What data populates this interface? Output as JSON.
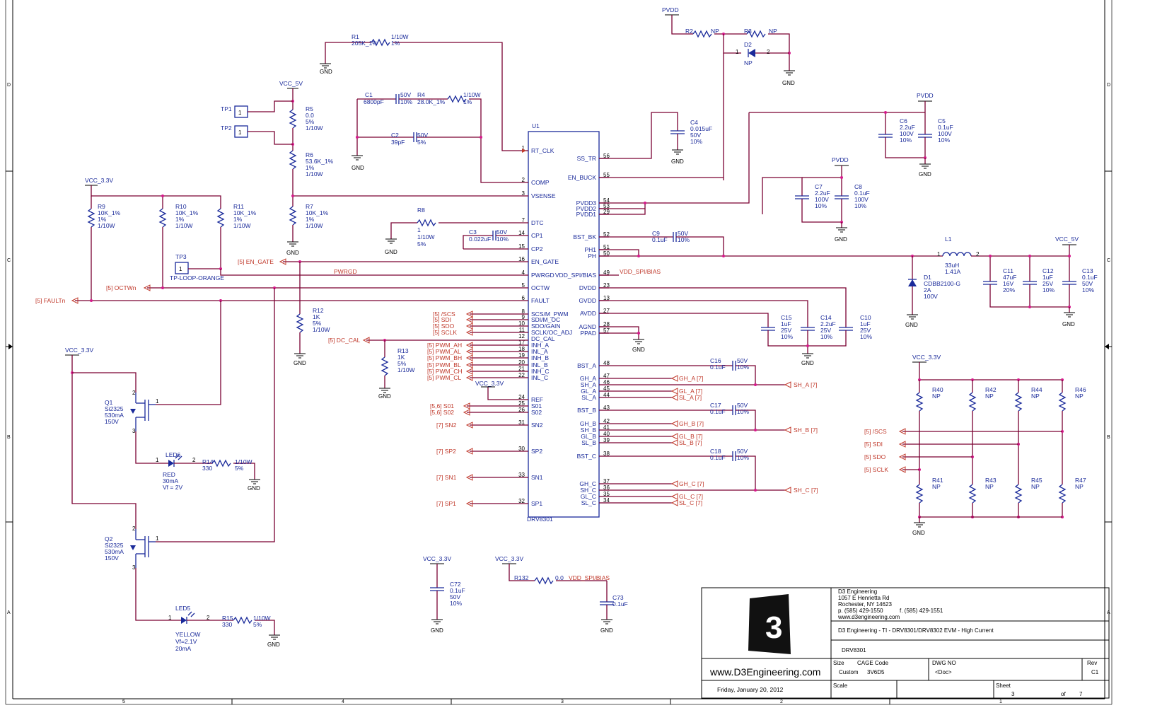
{
  "title_block": {
    "company": "D3 Engineering",
    "address1": "1057 E Henrietta Rd",
    "address2": "Rochester, NY 14623",
    "phone": "p. (585) 429-1550",
    "fax": "f. (585) 429-1551",
    "web_small": "www.d3engineering.com",
    "logo_text": "3",
    "web_large": "www.D3Engineering.com",
    "project": "D3 Engineering - TI - DRV8301/DRV8302 EVM - High Current",
    "page_name": "DRV8301",
    "size_label": "Size",
    "size_value": "Custom",
    "cage_label": "CAGE Code",
    "cage_value": "3V6D5",
    "dwg_label": "DWG NO",
    "dwg_value": "<Doc>",
    "rev_label": "Rev",
    "rev_value": "C1",
    "date": "Friday, January 20, 2012",
    "scale_label": "Scale",
    "sheet_label": "Sheet",
    "sheet_num": "3",
    "of_label": "of",
    "sheet_total": "7"
  },
  "frame": {
    "zones_bottom": [
      "5",
      "4",
      "3",
      "2",
      "1"
    ],
    "zones_side": [
      "D",
      "C",
      "B",
      "A"
    ]
  },
  "ic": {
    "ref": "U1",
    "part": "DRV8301",
    "left_pins": [
      {
        "num": "1",
        "name": "RT_CLK"
      },
      {
        "num": "2",
        "name": "COMP"
      },
      {
        "num": "3",
        "name": "VSENSE"
      },
      {
        "num": "7",
        "name": "DTC"
      },
      {
        "num": "14",
        "name": "CP1"
      },
      {
        "num": "15",
        "name": "CP2"
      },
      {
        "num": "16",
        "name": "EN_GATE"
      },
      {
        "num": "4",
        "name": "PWRGD"
      },
      {
        "num": "5",
        "name": "OCTW"
      },
      {
        "num": "6",
        "name": "FAULT"
      },
      {
        "num": "8",
        "name": "SCS/M_PWM"
      },
      {
        "num": "9",
        "name": "SDI/M_OC"
      },
      {
        "num": "10",
        "name": "SDO/GAIN"
      },
      {
        "num": "11",
        "name": "SCLK/OC_ADJ"
      },
      {
        "num": "12",
        "name": "DC_CAL"
      },
      {
        "num": "17",
        "name": "INH_A"
      },
      {
        "num": "18",
        "name": "INL_A"
      },
      {
        "num": "19",
        "name": "INH_B"
      },
      {
        "num": "20",
        "name": "INL_B"
      },
      {
        "num": "21",
        "name": "INH_C"
      },
      {
        "num": "22",
        "name": "INL_C"
      },
      {
        "num": "24",
        "name": "REF"
      },
      {
        "num": "25",
        "name": "S01"
      },
      {
        "num": "26",
        "name": "S02"
      },
      {
        "num": "31",
        "name": "SN2"
      },
      {
        "num": "30",
        "name": "SP2"
      },
      {
        "num": "33",
        "name": "SN1"
      },
      {
        "num": "32",
        "name": "SP1"
      }
    ],
    "right_pins": [
      {
        "num": "56",
        "name": "SS_TR"
      },
      {
        "num": "55",
        "name": "EN_BUCK"
      },
      {
        "num": "54",
        "name": "PVDD3"
      },
      {
        "num": "53",
        "name": "PVDD2"
      },
      {
        "num": "29",
        "name": "PVDD1"
      },
      {
        "num": "52",
        "name": "BST_BK"
      },
      {
        "num": "51",
        "name": "PH1"
      },
      {
        "num": "50",
        "name": "PH"
      },
      {
        "num": "49",
        "name": "VDD_SPI/BIAS"
      },
      {
        "num": "23",
        "name": "DVDD"
      },
      {
        "num": "13",
        "name": "GVDD"
      },
      {
        "num": "27",
        "name": "AVDD"
      },
      {
        "num": "28",
        "name": "AGND"
      },
      {
        "num": "57",
        "name": "PPAD"
      },
      {
        "num": "48",
        "name": "BST_A"
      },
      {
        "num": "47",
        "name": "GH_A"
      },
      {
        "num": "46",
        "name": "SH_A"
      },
      {
        "num": "45",
        "name": "GL_A"
      },
      {
        "num": "44",
        "name": "SL_A"
      },
      {
        "num": "43",
        "name": "BST_B"
      },
      {
        "num": "42",
        "name": "GH_B"
      },
      {
        "num": "41",
        "name": "SH_B"
      },
      {
        "num": "40",
        "name": "GL_B"
      },
      {
        "num": "39",
        "name": "SL_B"
      },
      {
        "num": "38",
        "name": "BST_C"
      },
      {
        "num": "37",
        "name": "GH_C"
      },
      {
        "num": "36",
        "name": "SH_C"
      },
      {
        "num": "35",
        "name": "GL_C"
      },
      {
        "num": "34",
        "name": "SL_C"
      }
    ]
  },
  "labels": {
    "gnd": "GND",
    "pvdd": "PVDD",
    "vcc5": "VCC_5V",
    "vcc33": "VCC_3.3V",
    "R1": [
      "R1",
      "205K_1%",
      "1/10W",
      "1%"
    ],
    "R2": [
      "R2",
      "NP"
    ],
    "R3": [
      "R3",
      "NP"
    ],
    "D2": [
      "D2",
      "NP",
      "1",
      "2"
    ],
    "C1": [
      "C1",
      "6800pF",
      "50V",
      "10%"
    ],
    "R4": [
      "R4",
      "28.0K_1%",
      "1/10W",
      "1%"
    ],
    "C2": [
      "C2",
      "39pF",
      "50V",
      "5%"
    ],
    "C4": [
      "C4",
      "0.015uF",
      "50V",
      "10%"
    ],
    "C6": [
      "C6",
      "2.2uF",
      "100V",
      "10%"
    ],
    "C5": [
      "C5",
      "0.1uF",
      "100V",
      "10%"
    ],
    "C7": [
      "C7",
      "2.2uF",
      "100V",
      "10%"
    ],
    "C8": [
      "C8",
      "0.1uF",
      "100V",
      "10%"
    ],
    "TP1": "TP1",
    "TP2": "TP2",
    "TP3": [
      "TP3",
      "TP-LOOP-ORANGE"
    ],
    "R5": [
      "R5",
      "0.0",
      "5%",
      "1/10W"
    ],
    "R6": [
      "R6",
      "53.6K_1%",
      "1%",
      "1/10W"
    ],
    "R7": [
      "R7",
      "10K_1%",
      "1%",
      "1/10W"
    ],
    "R8": [
      "R8",
      "1",
      "1/10W",
      "5%"
    ],
    "C3": [
      "C3",
      "0.022uF",
      "50V",
      "10%"
    ],
    "R9": [
      "R9",
      "10K_1%",
      "1%",
      "1/10W"
    ],
    "R10": [
      "R10",
      "10K_1%",
      "1%",
      "1/10W"
    ],
    "R11": [
      "R11",
      "10K_1%",
      "1%",
      "1/10W"
    ],
    "C9": [
      "C9",
      "0.1uF",
      "50V",
      "10%"
    ],
    "L1": [
      "L1",
      "33uH",
      "1.41A"
    ],
    "D1": [
      "D1",
      "CDBB2100-G",
      "2A",
      "100V"
    ],
    "C11": [
      "C11",
      "47uF",
      "16V",
      "20%"
    ],
    "C12": [
      "C12",
      "1uF",
      "25V",
      "10%"
    ],
    "C13": [
      "C13",
      "0.1uF",
      "50V",
      "10%"
    ],
    "C15": [
      "C15",
      "1uF",
      "25V",
      "10%"
    ],
    "C14": [
      "C14",
      "2.2uF",
      "25V",
      "10%"
    ],
    "C10": [
      "C10",
      "1uF",
      "25V",
      "10%"
    ],
    "R12": [
      "R12",
      "1K",
      "5%",
      "1/10W"
    ],
    "R13": [
      "R13",
      "1K",
      "5%",
      "1/10W"
    ],
    "C16": [
      "C16",
      "0.1uF",
      "50V",
      "10%"
    ],
    "C17": [
      "C17",
      "0.1uF",
      "50V",
      "10%"
    ],
    "C18": [
      "C18",
      "0.1uF",
      "50V",
      "10%"
    ],
    "Q1": [
      "Q1",
      "Si2325",
      "530mA",
      "150V"
    ],
    "Q2": [
      "Q2",
      "Si2325",
      "530mA",
      "150V"
    ],
    "LED6": [
      "LED6",
      "RED",
      "30mA",
      "Vf = 2V"
    ],
    "LED5": [
      "LED5",
      "YELLOW",
      "Vf=2.1V",
      "20mA"
    ],
    "R14": [
      "R14",
      "330",
      "1/10W",
      "5%"
    ],
    "R15": [
      "R15",
      "330",
      "1/10W",
      "5%"
    ],
    "C72": [
      "C72",
      "0.1uF",
      "50V",
      "10%"
    ],
    "R132": [
      "R132",
      "0.0"
    ],
    "C73": [
      "C73",
      "0.1uF"
    ],
    "R40": [
      "R40",
      "NP"
    ],
    "R42": [
      "R42",
      "NP"
    ],
    "R44": [
      "R44",
      "NP"
    ],
    "R46": [
      "R46",
      "NP"
    ],
    "R41": [
      "R41",
      "NP"
    ],
    "R43": [
      "R43",
      "NP"
    ],
    "R45": [
      "R45",
      "NP"
    ],
    "R47": [
      "R47",
      "NP"
    ]
  },
  "nets": {
    "en_gate": "[5]  EN_GATE",
    "pwrgd": "PWRGD",
    "octwn": "[5]  OCTWn",
    "faultn": "[5]  FAULTn",
    "dc_cal": "[5]  DC_CAL",
    "vdd_spi": "VDD_SPI/BIAS",
    "scs": "[5]  /SCS",
    "sdi": "[5]  SDI",
    "sdo": "[5]  SDO",
    "sclk": "[5]  SCLK",
    "pwm_ah": "[5]  PWM_AH",
    "pwm_al": "[5]  PWM_AL",
    "pwm_bh": "[5]  PWM_BH",
    "pwm_bl": "[5]  PWM_BL",
    "pwm_ch": "[5]  PWM_CH",
    "pwm_cl": "[5]  PWM_CL",
    "s01": "[5,6]  S01",
    "s02": "[5,6]  S02",
    "sn2": "[7]   SN2",
    "sp2": "[7]   SP2",
    "sn1": "[7]   SN1",
    "sp1": "[7]   SP1",
    "gh_a": "GH_A  [7]",
    "gl_a": "GL_A  [7]",
    "sl_a": "SL_A  [7]",
    "sh_a": "SH_A  [7]",
    "gh_b": "GH_B  [7]",
    "gl_b": "GL_B  [7]",
    "sl_b": "SL_B  [7]",
    "sh_b": "SH_B  [7]",
    "gh_c": "GH_C  [7]",
    "gl_c": "GL_C  [7]",
    "sl_c": "SL_C  [7]",
    "sh_c": "SH_C  [7]",
    "r_scs": "[5]  /SCS",
    "r_sdi": "[5]  SDI",
    "r_sdo": "[5]  SDO",
    "r_sclk": "[5]  SCLK"
  },
  "colors": {
    "wire": "#7a0032",
    "component": "#1a2a9a",
    "net_label": "#c0392b",
    "junction": "#d61a8c"
  }
}
